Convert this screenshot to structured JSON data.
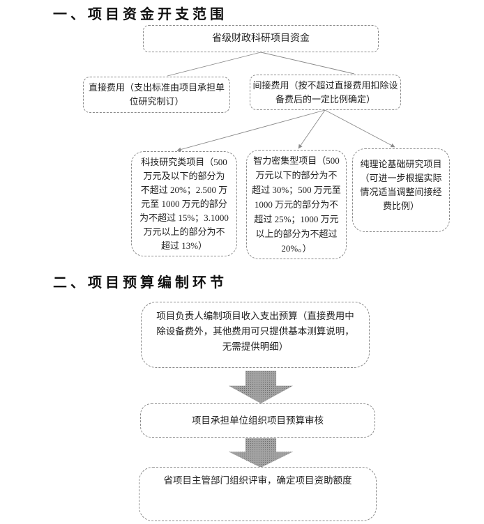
{
  "section1": {
    "heading": "一、项目资金开支范围",
    "nodes": {
      "root": "省级财政科研项目资金",
      "direct": "直接费用（支出标准由项目承担单\n位研究制订）",
      "indirect": "间接费用（按不超过直接费用扣除设\n备费后的一定比例确定）",
      "tech": "科技研究类项目（500\n万元及以下的部分为\n不超过 20%；2.500 万\n元至 1000 万元的部分\n为不超过 15%；3.1000\n万元以上的部分为不\n超过 13%）",
      "intensive": "智力密集型项目（500\n万元以下的部分为不\n超过 30%；500 万元至\n1000 万元的部分为不\n超过 25%；1000 万元\n以上的部分为不超过\n20%。）",
      "pure": "纯理论基础研究项目\n（可进一步根据实际\n情况适当调整间接经\n费比例）"
    }
  },
  "section2": {
    "heading": "二、项目预算编制环节",
    "steps": [
      "项目负责人编制项目收入支出预算（直接费用中\n除设备费外，其他费用可只提供基本测算说明，\n无需提供明细）",
      "项目承担单位组织项目预算审核",
      "省项目主管部门组织评审，确定项目资助额度"
    ]
  },
  "colors": {
    "box_border": "#8a8a8a",
    "text": "#1f1f1f",
    "connector_line": "#8a8a8a",
    "arrow_fill": "#a3a3a3"
  }
}
